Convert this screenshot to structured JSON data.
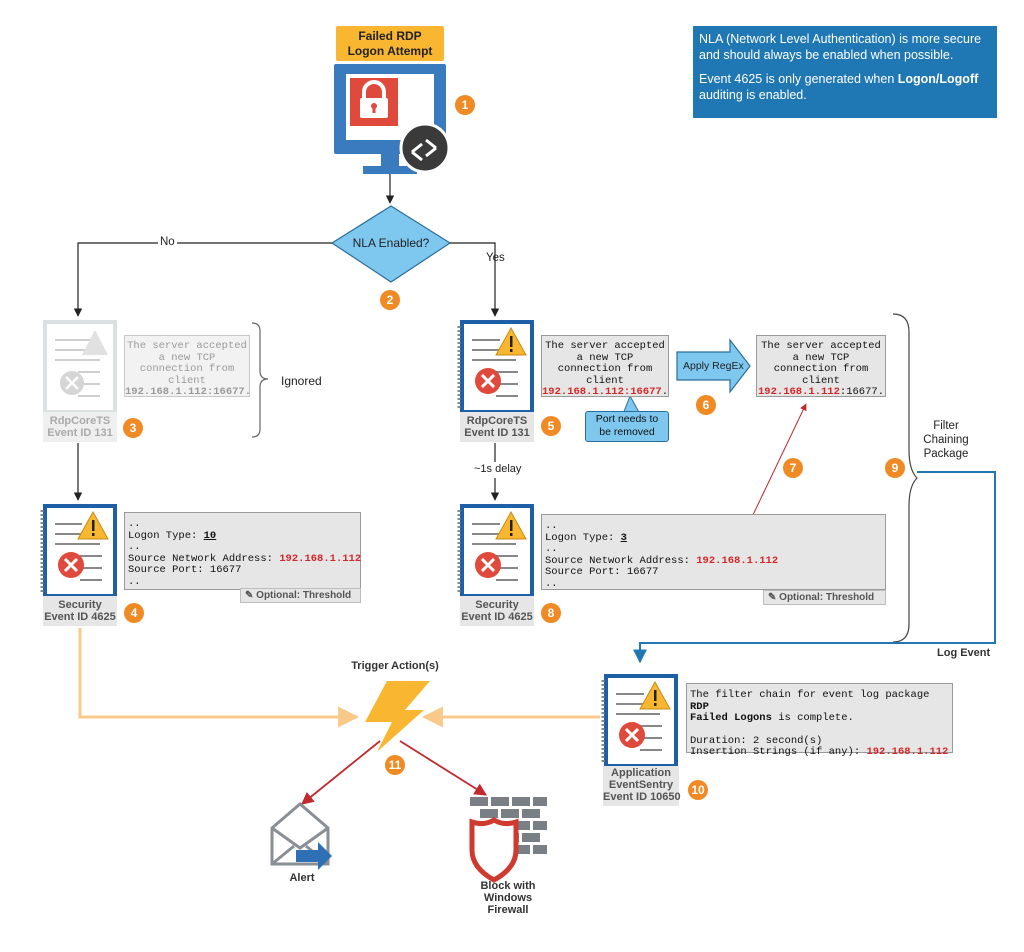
{
  "title": "Failed RDP\nLogon Attempt",
  "info": {
    "line1": "NLA (Network Level Authentication) is more secure and should always be enabled when possible.",
    "line2_pre": "Event 4625 is only generated when ",
    "line2_bold": "Logon/Logoff",
    "line2_post": " auditing is enabled."
  },
  "decision": {
    "label": "NLA Enabled?",
    "no": "No",
    "yes": "Yes"
  },
  "steps": [
    "1",
    "2",
    "3",
    "4",
    "5",
    "6",
    "7",
    "8",
    "9",
    "10",
    "11"
  ],
  "left": {
    "rdp_label": "RdpCoreTS\nEvent ID 131",
    "rdp_text": "The server accepted\na new TCP\nconnection from\nclient",
    "rdp_ip": "192.168.1.112:16677.",
    "ignored": "Ignored",
    "sec_label": "Security\nEvent ID 4625",
    "sec_line1": "..",
    "sec_logon_type_label": "Logon Type: ",
    "sec_logon_type": "10",
    "sec_line3": "..",
    "sec_src_label": "Source Network Address: ",
    "sec_src_ip": "192.168.1.112",
    "sec_port": "Source Port: 16677",
    "sec_line6": "..",
    "threshold": "Optional: Threshold"
  },
  "right": {
    "rdp_label": "RdpCoreTS\nEvent ID 131",
    "rdp_text": "The server accepted\na new TCP\nconnection from\nclient",
    "rdp_ip": "192.168.1.112:16677",
    "rdp_ip_end": ".",
    "port_note": "Port needs to\nbe removed",
    "apply_regex": "Apply RegEx",
    "regex_text": "The server accepted\na new TCP\nconnection from\nclient",
    "regex_ip": "192.168.1.112",
    "regex_ip_end": ":16677.",
    "delay": "~1s delay",
    "sec_label": "Security\nEvent ID 4625",
    "sec_line1": "..",
    "sec_logon_type_label": "Logon Type: ",
    "sec_logon_type": "3",
    "sec_line3": "..",
    "sec_src_label": "Source Network Address: ",
    "sec_src_ip": "192.168.1.112",
    "sec_port": "Source Port: 16677",
    "sec_line6": "..",
    "threshold": "Optional: Threshold",
    "filter_label": "Filter\nChaining\nPackage",
    "log_event": "Log Event"
  },
  "app": {
    "label": "Application\nEventSentry\nEvent ID 10650",
    "text_pre": "The filter chain for event log package ",
    "text_bold1": "RDP",
    "text_bold2": "Failed Logons",
    "text_post": " is complete.",
    "duration": "Duration: 2 second(s)",
    "insertion_label": "Insertion Strings (if any): ",
    "insertion_ip": "192.168.1.112"
  },
  "trigger": "Trigger Action(s)",
  "alert": "Alert",
  "block": "Block with\nWindows\nFirewall",
  "colors": {
    "accent_blue": "#1f78b4",
    "orange": "#f08a24",
    "yellow": "#f9b731",
    "red": "#d62728",
    "arrow_orange": "#f9c98a"
  }
}
